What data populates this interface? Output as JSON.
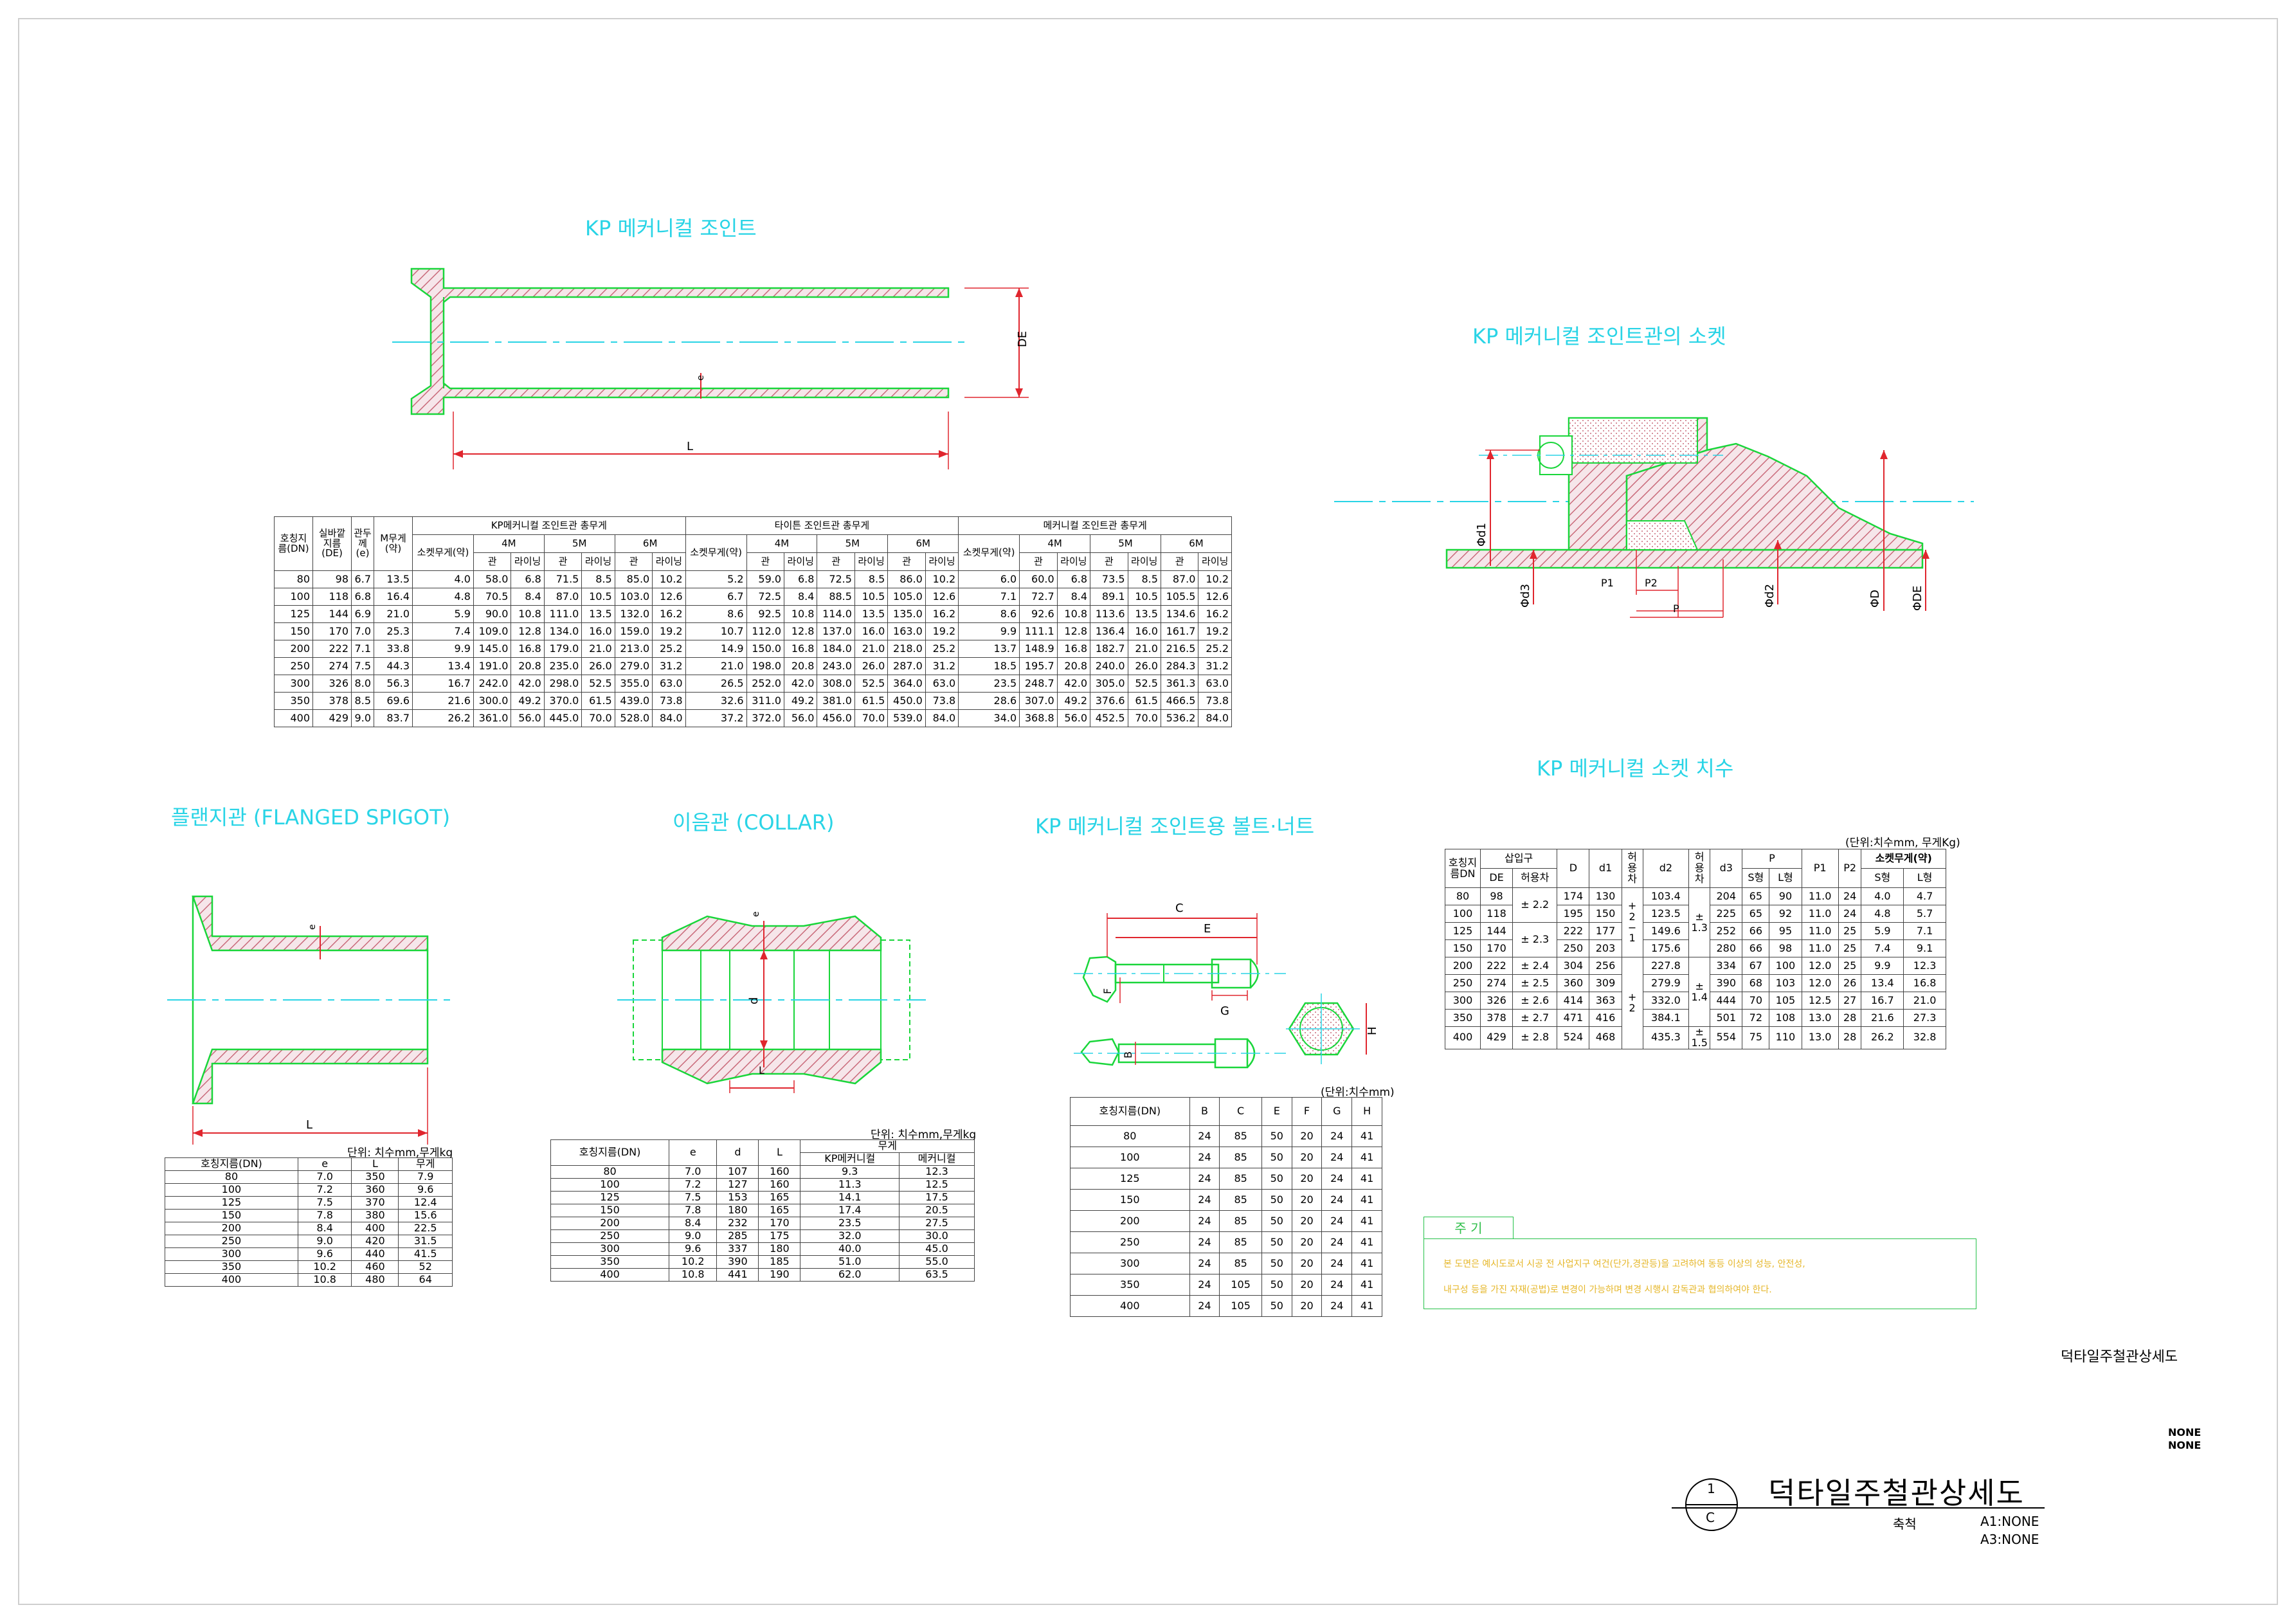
{
  "titles": {
    "kp_joint": "KP 메커니컬 조인트",
    "kp_socket": "KP 메커니컬 조인트관의 소켓",
    "kp_socket_dim": "KP 메커니컬 소켓 치수",
    "flanged": "플랜지관 (FLANGED SPIGOT)",
    "collar": "이음관 (COLLAR)",
    "bolt": "KP 메커니컬 조인트용 볼트·너트"
  },
  "dims": {
    "DE": "DE",
    "L": "L",
    "e": "e",
    "d": "d",
    "phi_d1": "Φd1",
    "phi_d3": "Φd3",
    "phi_d2": "Φd2",
    "phi_D": "ΦD",
    "phi_DE": "ΦDE",
    "P": "P",
    "P1": "P1",
    "P2": "P2",
    "B": "B",
    "C": "C",
    "E": "E",
    "F": "F",
    "G": "G",
    "H": "H"
  },
  "main_table": {
    "h_dn": "호칭지름(DN)",
    "h_de": "실바깥지름(DE)",
    "h_e": "관두께(e)",
    "h_m": "M무게(약)",
    "g1": "KP메커니컬 조인트관 총무게",
    "g2": "타이튼 조인트관 총무게",
    "g3": "메커니컬 조인트관 총무게",
    "h_socket": "소켓무게(약)",
    "m4": "4M",
    "m5": "5M",
    "m6": "6M",
    "pipe": "관",
    "lining": "라이닝",
    "rows": [
      [
        "80",
        "98",
        "6.7",
        "13.5",
        "4.0",
        "58.0",
        "6.8",
        "71.5",
        "8.5",
        "85.0",
        "10.2",
        "5.2",
        "59.0",
        "6.8",
        "72.5",
        "8.5",
        "86.0",
        "10.2",
        "6.0",
        "60.0",
        "6.8",
        "73.5",
        "8.5",
        "87.0",
        "10.2"
      ],
      [
        "100",
        "118",
        "6.8",
        "16.4",
        "4.8",
        "70.5",
        "8.4",
        "87.0",
        "10.5",
        "103.0",
        "12.6",
        "6.7",
        "72.5",
        "8.4",
        "88.5",
        "10.5",
        "105.0",
        "12.6",
        "7.1",
        "72.7",
        "8.4",
        "89.1",
        "10.5",
        "105.5",
        "12.6"
      ],
      [
        "125",
        "144",
        "6.9",
        "21.0",
        "5.9",
        "90.0",
        "10.8",
        "111.0",
        "13.5",
        "132.0",
        "16.2",
        "8.6",
        "92.5",
        "10.8",
        "114.0",
        "13.5",
        "135.0",
        "16.2",
        "8.6",
        "92.6",
        "10.8",
        "113.6",
        "13.5",
        "134.6",
        "16.2"
      ],
      [
        "150",
        "170",
        "7.0",
        "25.3",
        "7.4",
        "109.0",
        "12.8",
        "134.0",
        "16.0",
        "159.0",
        "19.2",
        "10.7",
        "112.0",
        "12.8",
        "137.0",
        "16.0",
        "163.0",
        "19.2",
        "9.9",
        "111.1",
        "12.8",
        "136.4",
        "16.0",
        "161.7",
        "19.2"
      ],
      [
        "200",
        "222",
        "7.1",
        "33.8",
        "9.9",
        "145.0",
        "16.8",
        "179.0",
        "21.0",
        "213.0",
        "25.2",
        "14.9",
        "150.0",
        "16.8",
        "184.0",
        "21.0",
        "218.0",
        "25.2",
        "13.7",
        "148.9",
        "16.8",
        "182.7",
        "21.0",
        "216.5",
        "25.2"
      ],
      [
        "250",
        "274",
        "7.5",
        "44.3",
        "13.4",
        "191.0",
        "20.8",
        "235.0",
        "26.0",
        "279.0",
        "31.2",
        "21.0",
        "198.0",
        "20.8",
        "243.0",
        "26.0",
        "287.0",
        "31.2",
        "18.5",
        "195.7",
        "20.8",
        "240.0",
        "26.0",
        "284.3",
        "31.2"
      ],
      [
        "300",
        "326",
        "8.0",
        "56.3",
        "16.7",
        "242.0",
        "42.0",
        "298.0",
        "52.5",
        "355.0",
        "63.0",
        "26.5",
        "252.0",
        "42.0",
        "308.0",
        "52.5",
        "364.0",
        "63.0",
        "23.5",
        "248.7",
        "42.0",
        "305.0",
        "52.5",
        "361.3",
        "63.0"
      ],
      [
        "350",
        "378",
        "8.5",
        "69.6",
        "21.6",
        "300.0",
        "49.2",
        "370.0",
        "61.5",
        "439.0",
        "73.8",
        "32.6",
        "311.0",
        "49.2",
        "381.0",
        "61.5",
        "450.0",
        "73.8",
        "28.6",
        "307.0",
        "49.2",
        "376.6",
        "61.5",
        "466.5",
        "73.8"
      ],
      [
        "400",
        "429",
        "9.0",
        "83.7",
        "26.2",
        "361.0",
        "56.0",
        "445.0",
        "70.0",
        "528.0",
        "84.0",
        "37.2",
        "372.0",
        "56.0",
        "456.0",
        "70.0",
        "539.0",
        "84.0",
        "34.0",
        "368.8",
        "56.0",
        "452.5",
        "70.0",
        "536.2",
        "84.0"
      ]
    ]
  },
  "socket_table": {
    "unit": "(단위:치수mm, 무게Kg)",
    "h_dn": "호칭지름DN",
    "h_spigot": "삽입구",
    "h_de": "DE",
    "h_tol": "허용차",
    "h_D": "D",
    "h_d1": "d1",
    "h_tol2": "허용차",
    "h_d2": "d2",
    "h_tol3": "허용차",
    "h_d3": "d3",
    "h_P": "P",
    "h_S": "S형",
    "h_L": "L형",
    "h_P1": "P1",
    "h_P2": "P2",
    "h_w": "소켓무게(약)",
    "h_ws": "S형",
    "h_wl": "L형",
    "rows": [
      [
        "80",
        "98",
        "174",
        "130",
        "103.4",
        "204",
        "65",
        "90",
        "11.0",
        "24",
        "4.0",
        "4.7"
      ],
      [
        "100",
        "118",
        "195",
        "150",
        "123.5",
        "225",
        "65",
        "92",
        "11.0",
        "24",
        "4.8",
        "5.7"
      ],
      [
        "125",
        "144",
        "222",
        "177",
        "149.6",
        "252",
        "66",
        "95",
        "11.0",
        "25",
        "5.9",
        "7.1"
      ],
      [
        "150",
        "170",
        "250",
        "203",
        "175.6",
        "280",
        "66",
        "98",
        "11.0",
        "25",
        "7.4",
        "9.1"
      ],
      [
        "200",
        "222",
        "304",
        "256",
        "227.8",
        "334",
        "67",
        "100",
        "12.0",
        "25",
        "9.9",
        "12.3"
      ],
      [
        "250",
        "274",
        "360",
        "309",
        "279.9",
        "390",
        "68",
        "103",
        "12.0",
        "26",
        "13.4",
        "16.8"
      ],
      [
        "300",
        "326",
        "414",
        "363",
        "332.0",
        "444",
        "70",
        "105",
        "12.5",
        "27",
        "16.7",
        "21.0"
      ],
      [
        "350",
        "378",
        "471",
        "416",
        "384.1",
        "501",
        "72",
        "108",
        "13.0",
        "28",
        "21.6",
        "27.3"
      ],
      [
        "400",
        "429",
        "524",
        "468",
        "435.3",
        "554",
        "75",
        "110",
        "13.0",
        "28",
        "26.2",
        "32.8"
      ]
    ],
    "tol_a": "± 2.2",
    "tol_b": "± 2.3",
    "tol_200": "± 2.4",
    "tol_250": "± 2.5",
    "tol_300": "± 2.6",
    "tol_350": "± 2.7",
    "tol_400": "± 2.8",
    "tol_d1a": "+ 2",
    "tol_d1b": "− 1",
    "tol_d1c": "+ 2",
    "tol_d2a": "± 1.3",
    "tol_d2b": "± 1.4",
    "tol_d2c": "± 1.5"
  },
  "flange_table": {
    "unit": "단위: 치수mm,무게kg",
    "headers": [
      "호칭지름(DN)",
      "e",
      "L",
      "무게"
    ],
    "rows": [
      [
        "80",
        "7.0",
        "350",
        "7.9"
      ],
      [
        "100",
        "7.2",
        "360",
        "9.6"
      ],
      [
        "125",
        "7.5",
        "370",
        "12.4"
      ],
      [
        "150",
        "7.8",
        "380",
        "15.6"
      ],
      [
        "200",
        "8.4",
        "400",
        "22.5"
      ],
      [
        "250",
        "9.0",
        "420",
        "31.5"
      ],
      [
        "300",
        "9.6",
        "440",
        "41.5"
      ],
      [
        "350",
        "10.2",
        "460",
        "52"
      ],
      [
        "400",
        "10.8",
        "480",
        "64"
      ]
    ]
  },
  "collar_table": {
    "unit": "단위: 치수mm,무게kg",
    "headers": [
      "호칭지름(DN)",
      "e",
      "d",
      "L",
      "무게",
      "KP메커니컬",
      "메커니컬"
    ],
    "rows": [
      [
        "80",
        "7.0",
        "107",
        "160",
        "9.3",
        "12.3"
      ],
      [
        "100",
        "7.2",
        "127",
        "160",
        "11.3",
        "12.5"
      ],
      [
        "125",
        "7.5",
        "153",
        "165",
        "14.1",
        "17.5"
      ],
      [
        "150",
        "7.8",
        "180",
        "165",
        "17.4",
        "20.5"
      ],
      [
        "200",
        "8.4",
        "232",
        "170",
        "23.5",
        "27.5"
      ],
      [
        "250",
        "9.0",
        "285",
        "175",
        "32.0",
        "30.0"
      ],
      [
        "300",
        "9.6",
        "337",
        "180",
        "40.0",
        "45.0"
      ],
      [
        "350",
        "10.2",
        "390",
        "185",
        "51.0",
        "55.0"
      ],
      [
        "400",
        "10.8",
        "441",
        "190",
        "62.0",
        "63.5"
      ]
    ]
  },
  "bolt_table": {
    "unit": "(단위:치수mm)",
    "headers": [
      "호칭지름(DN)",
      "B",
      "C",
      "E",
      "F",
      "G",
      "H"
    ],
    "rows": [
      [
        "80",
        "24",
        "85",
        "50",
        "20",
        "24",
        "41"
      ],
      [
        "100",
        "24",
        "85",
        "50",
        "20",
        "24",
        "41"
      ],
      [
        "125",
        "24",
        "85",
        "50",
        "20",
        "24",
        "41"
      ],
      [
        "150",
        "24",
        "85",
        "50",
        "20",
        "24",
        "41"
      ],
      [
        "200",
        "24",
        "85",
        "50",
        "20",
        "24",
        "41"
      ],
      [
        "250",
        "24",
        "85",
        "50",
        "20",
        "24",
        "41"
      ],
      [
        "300",
        "24",
        "85",
        "50",
        "20",
        "24",
        "41"
      ],
      [
        "350",
        "24",
        "105",
        "50",
        "20",
        "24",
        "41"
      ],
      [
        "400",
        "24",
        "105",
        "50",
        "20",
        "24",
        "41"
      ]
    ]
  },
  "memo": {
    "head": "주 기",
    "line1": "본 도면은 예시도로서 시공 전 사업지구 여건(단가,경관등)을 고려하여 동등 이상의 성능, 안전성,",
    "line2": "내구성 등을 가진 자재(공법)로 변경이 가능하며 변경 시행시 감독관과 협의하여야 한다."
  },
  "titleblock": {
    "side_label": "덕타일주철관상세도",
    "none1": "NONE",
    "none2": "NONE",
    "num": "1",
    "letter": "C",
    "title": "덕타일주철관상세도",
    "scale": "축척",
    "a1": "A1:NONE",
    "a3": "A3:NONE"
  },
  "colors": {
    "cyan": "#29d4e6",
    "green": "#19d63a",
    "red": "#e0262e",
    "hatch": "#c96a7a",
    "gold": "#e6b72a"
  }
}
